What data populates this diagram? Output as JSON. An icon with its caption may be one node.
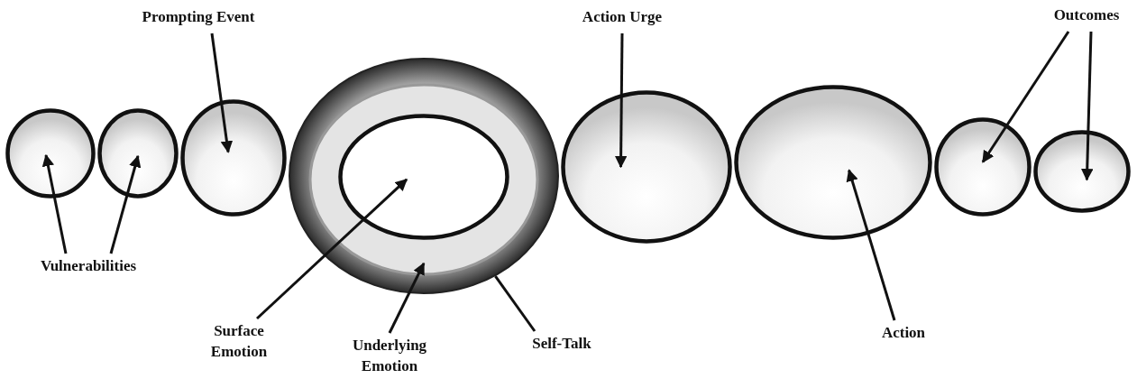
{
  "diagram": {
    "nodes": [
      {
        "text": [
          "Prompting Event"
        ]
      },
      {
        "text": [
          "Action Urge"
        ]
      },
      {
        "text": [
          "Outcomes"
        ]
      },
      {
        "text": [],
        "shape": "ellipse"
      },
      {
        "text": [],
        "shape": "ellipse"
      },
      {
        "text": [],
        "shape": "ellipse"
      },
      {
        "text": [],
        "shape": "ring"
      },
      {
        "text": [],
        "shape": "ellipse",
        "in": 6
      },
      {
        "text": [],
        "shape": "ellipse"
      },
      {
        "text": [],
        "shape": "ellipse"
      },
      {
        "text": [],
        "shape": "ellipse"
      },
      {
        "text": [],
        "shape": "ellipse"
      },
      {
        "text": [
          "Vulnerabilities"
        ]
      },
      {
        "text": [
          "Surface Emotion"
        ]
      },
      {
        "text": [
          "Underlying Emotion"
        ]
      },
      {
        "text": [
          "Self-Talk"
        ]
      },
      {
        "text": [
          "Action"
        ]
      }
    ],
    "edges": [
      {
        "from": 0,
        "to": 5,
        "arrow": "to"
      },
      {
        "from": 1,
        "to": 8,
        "arrow": "to"
      },
      {
        "from": 2,
        "to": 10,
        "arrow": "to"
      },
      {
        "from": 2,
        "to": 11,
        "arrow": "to"
      },
      {
        "from": 12,
        "to": 3,
        "arrow": "to"
      },
      {
        "from": 12,
        "to": 4,
        "arrow": "to"
      },
      {
        "from": 13,
        "to": 7,
        "arrow": "to"
      },
      {
        "from": 14,
        "to": 6,
        "arrow": "to"
      },
      {
        "from": 15,
        "to": 6,
        "arrow": "none"
      },
      {
        "from": 16,
        "to": 9,
        "arrow": "to"
      }
    ]
  }
}
